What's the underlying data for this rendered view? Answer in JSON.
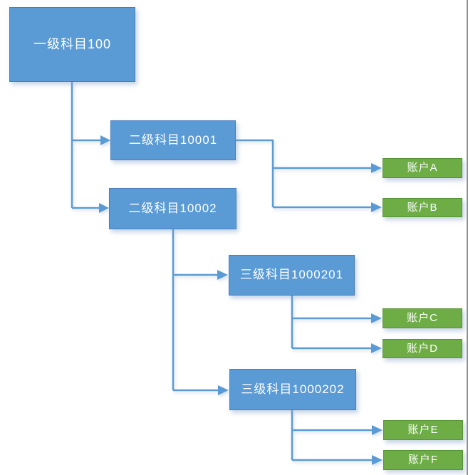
{
  "diagram": {
    "type": "tree",
    "root": {
      "label": "一级科目100",
      "children": [
        {
          "label": "二级科目10001",
          "children": [
            {
              "label": "账户A"
            },
            {
              "label": "账户B"
            }
          ]
        },
        {
          "label": "二级科目10002",
          "children": [
            {
              "label": "三级科目1000201",
              "children": [
                {
                  "label": "账户C"
                },
                {
                  "label": "账户D"
                }
              ]
            },
            {
              "label": "三级科目1000202",
              "children": [
                {
                  "label": "账户E"
                },
                {
                  "label": "账户F"
                }
              ]
            }
          ]
        }
      ]
    }
  },
  "colors": {
    "node_blue": "#5B9BD5",
    "node_blue_border": "#4A7EBB",
    "node_green": "#6EAD46",
    "node_green_border": "#579136",
    "connector_blue": "#5B9BD5",
    "frame_border": "#919191",
    "text_white": "#FFFFFF"
  }
}
